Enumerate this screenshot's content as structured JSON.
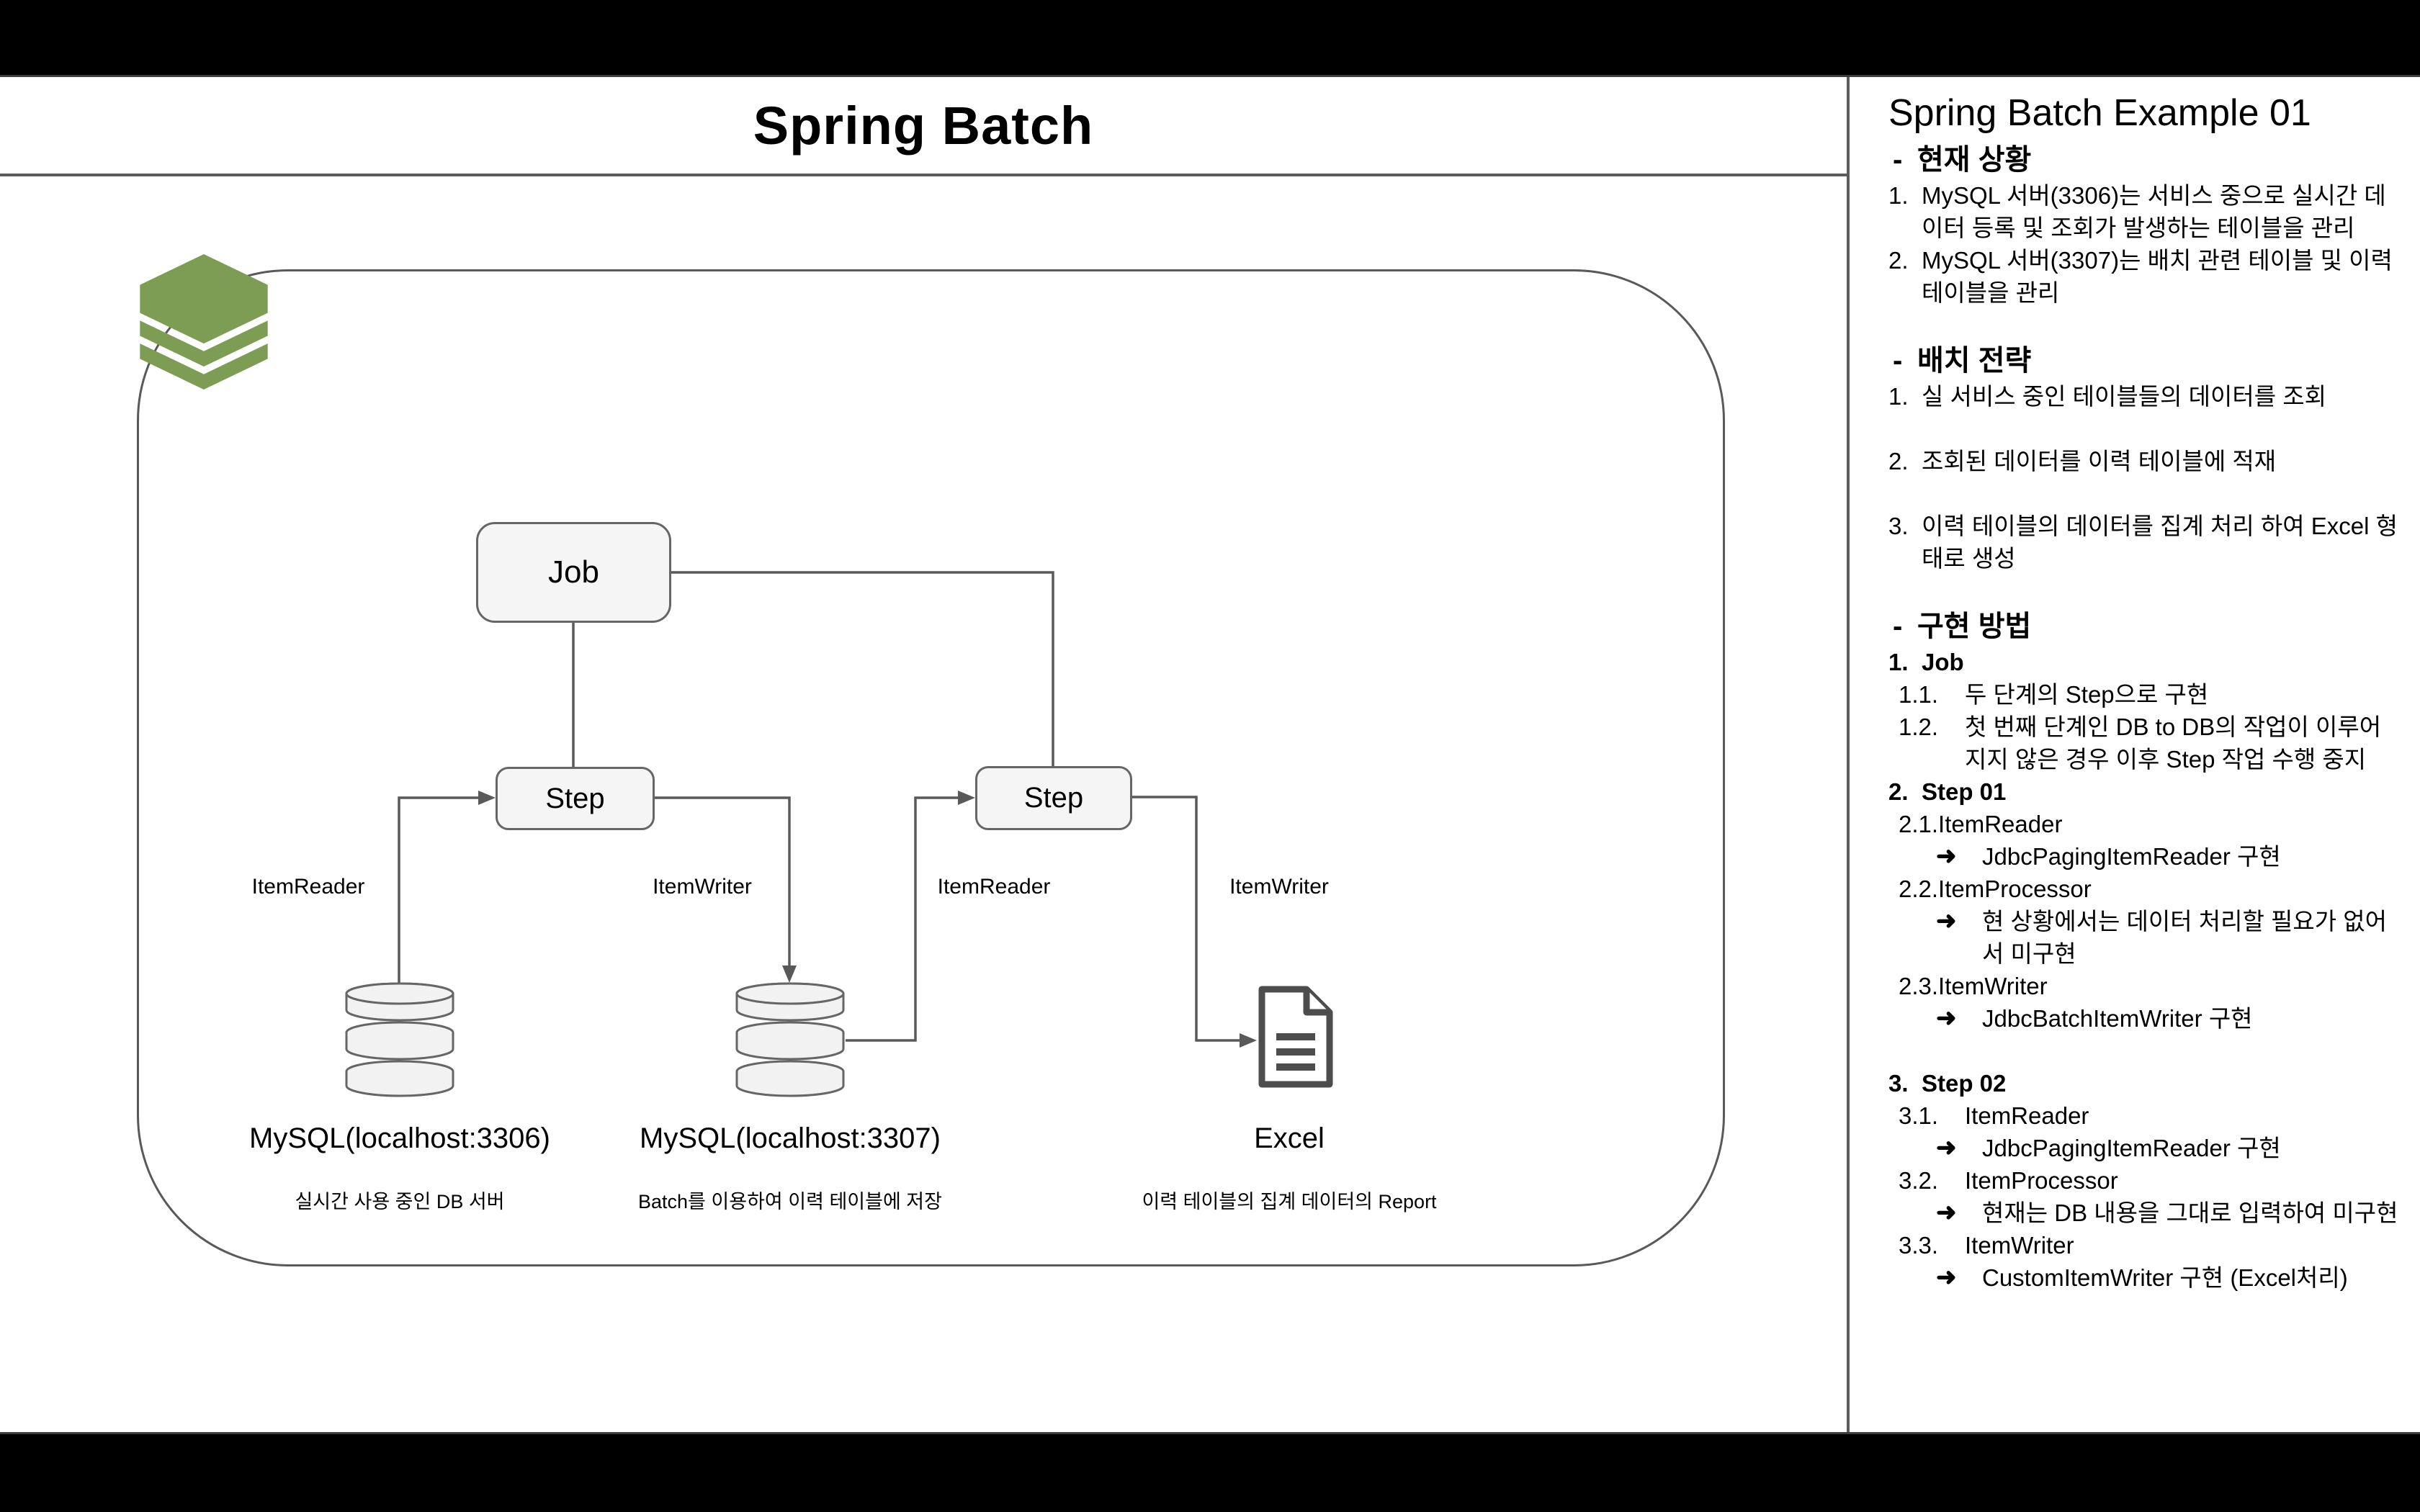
{
  "header": {
    "title": "Spring Batch"
  },
  "diagram": {
    "job_label": "Job",
    "step1_label": "Step",
    "step2_label": "Step",
    "edge_labels": [
      {
        "text": "ItemReader"
      },
      {
        "text": "ItemWriter"
      },
      {
        "text": "ItemReader"
      },
      {
        "text": "ItemWriter"
      }
    ],
    "db1": {
      "title": "MySQL(localhost:3306)",
      "caption": "실시간 사용 중인 DB 서버"
    },
    "db2": {
      "title": "MySQL(localhost:3307)",
      "caption": "Batch를 이용하여 이력 테이블에 저장"
    },
    "excel": {
      "title": "Excel",
      "caption": "이력 테이블의 집계 데이터의 Report"
    },
    "colors": {
      "logo_green": "#7d9d54",
      "line": "#595959",
      "box_fill": "#f2f2f2",
      "box_border": "#666666",
      "icon_dark": "#4d4d4d"
    }
  },
  "panel": {
    "title": "Spring Batch Example 01",
    "arrow_glyph": "➜",
    "items": [
      {
        "type": "h",
        "marker": "-",
        "text": "현재 상황"
      },
      {
        "type": "l1",
        "marker": "1.",
        "text": "MySQL 서버(3306)는 서비스 중으로 실시간 데이터 등록 및 조회가 발생하는 테이블을 관리"
      },
      {
        "type": "l1",
        "marker": "2.",
        "text": "MySQL 서버(3307)는 배치 관련 테이블 및 이력 테이블을 관리"
      },
      {
        "type": "h",
        "marker": "-",
        "text": "배치 전략",
        "gap": true
      },
      {
        "type": "l1",
        "marker": "1.",
        "text": "실 서비스 중인 테이블들의 데이터를 조회"
      },
      {
        "type": "l1",
        "marker": "2.",
        "text": "조회된 데이터를 이력 테이블에 적재",
        "gap": true
      },
      {
        "type": "l1",
        "marker": "3.",
        "text": "이력 테이블의 데이터를 집계 처리 하여 Excel 형태로 생성",
        "gap": true
      },
      {
        "type": "h",
        "marker": "-",
        "text": "구현 방법",
        "gap": true
      },
      {
        "type": "l1b",
        "marker": "1.",
        "text": "Job"
      },
      {
        "type": "l2",
        "marker": "1.1.",
        "text": "두 단계의 Step으로 구현"
      },
      {
        "type": "l2",
        "marker": "1.2.",
        "text": "첫 번째 단계인 DB to DB의 작업이 이루어지지 않은 경우 이후 Step 작업 수행 중지"
      },
      {
        "type": "l1b",
        "marker": "2.",
        "text": "Step 01"
      },
      {
        "type": "l2",
        "marker": "2.1.",
        "text": "ItemReader",
        "tight": true
      },
      {
        "type": "arrow",
        "text": "JdbcPagingItemReader 구현"
      },
      {
        "type": "l2",
        "marker": "2.2.",
        "text": "ItemProcessor",
        "tight": true
      },
      {
        "type": "arrow",
        "text": "현 상황에서는 데이터 처리할 필요가 없어서 미구현"
      },
      {
        "type": "l2",
        "marker": "2.3.",
        "text": "ItemWriter",
        "tight": true
      },
      {
        "type": "arrow",
        "text": "JdbcBatchItemWriter 구현"
      },
      {
        "type": "l1b",
        "marker": "3.",
        "text": "Step 02",
        "gap": true
      },
      {
        "type": "l2",
        "marker": "3.1.",
        "text": "ItemReader"
      },
      {
        "type": "arrow",
        "text": "JdbcPagingItemReader 구현"
      },
      {
        "type": "l2",
        "marker": "3.2.",
        "text": "ItemProcessor"
      },
      {
        "type": "arrow",
        "text": "현재는 DB 내용을 그대로 입력하여 미구현"
      },
      {
        "type": "l2",
        "marker": "3.3.",
        "text": "ItemWriter"
      },
      {
        "type": "arrow",
        "text": "CustomItemWriter 구현 (Excel처리)"
      }
    ]
  }
}
